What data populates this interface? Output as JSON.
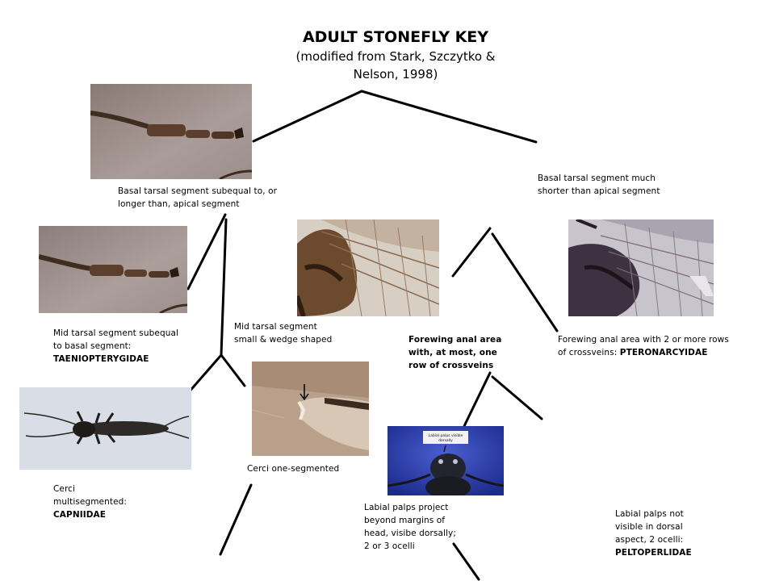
{
  "title": "ADULT STONEFLY KEY",
  "subtitle_line1": "(modified from Stark, Szczytko &",
  "subtitle_line2": "Nelson, 1998)",
  "captions": {
    "basal_subequal": [
      "Basal tarsal segment subequal to, or",
      "longer than, apical segment"
    ],
    "basal_shorter": [
      "Basal tarsal segment much",
      "shorter than apical segment"
    ],
    "mid_subequal": [
      "Mid tarsal segment subequal",
      "to basal segment:"
    ],
    "mid_subequal_family": "TAENIOPTERYGIDAE",
    "mid_small": [
      "Mid tarsal segment",
      "small & wedge shaped"
    ],
    "forewing_one": [
      "Forewing anal  area",
      "with, at most, one",
      "row of crossveins"
    ],
    "forewing_two": [
      "Forewing anal area with 2 or more rows",
      "of crossveins:"
    ],
    "forewing_two_family": "PTERONARCYIDAE",
    "cerci_multi": [
      "Cerci",
      "multisegmented:"
    ],
    "cerci_multi_family": "CAPNIIDAE",
    "cerci_one": "Cerci one-segmented",
    "labial_project": [
      "Labial palps project",
      "beyond margins of",
      "head, visibe dorsally;",
      "2 or 3 ocelli"
    ],
    "labial_not": [
      "Labial palps not",
      "visible in dorsal",
      "aspect, 2 ocelli:"
    ],
    "labial_not_family": "PELTOPERLIDAE"
  },
  "photo_label": [
    "Labial palps visible",
    "dorsally"
  ],
  "colors": {
    "background": "#ffffff",
    "lines": "#000000"
  }
}
